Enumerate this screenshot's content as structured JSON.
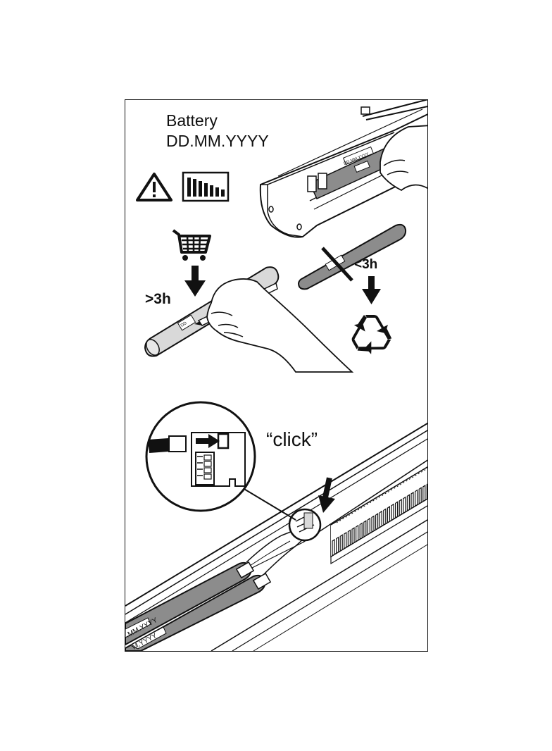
{
  "battery": {
    "title": "Battery",
    "date_format": "DD.MM.YYYY",
    "label_short": "DD",
    "label_full": "DD.MM.YYYY",
    "label_tail": ".MM.YYYY",
    "label_tail2": "M.YYYY"
  },
  "steps": {
    "replace_threshold": ">3h",
    "discard_threshold": "<3h",
    "connector_sound": "“click”"
  },
  "icons": [
    "warning-icon",
    "battery-level-icon",
    "shopping-cart-icon",
    "recycle-icon"
  ],
  "colors": {
    "line": "#111111",
    "battery_fill": "#8c8c8c",
    "battery_light": "#d9d9d9",
    "background": "#ffffff"
  }
}
